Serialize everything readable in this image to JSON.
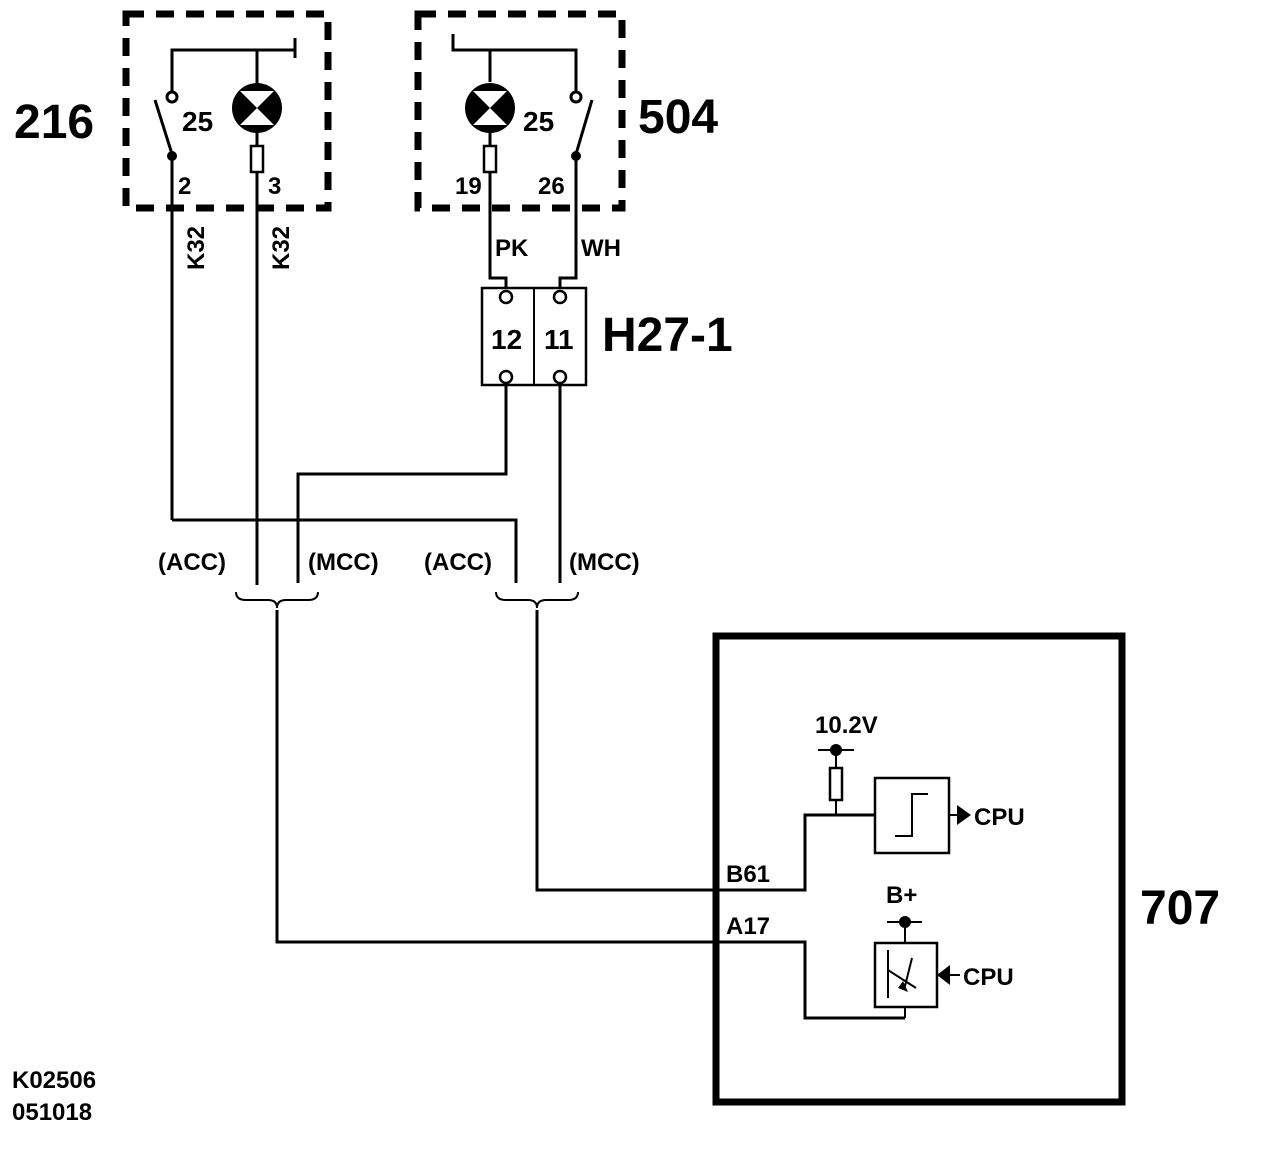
{
  "components": {
    "left_switch_label": "216",
    "right_switch_label": "504",
    "connector_label": "H27-1",
    "module_label": "707"
  },
  "pins": {
    "left_lamp_num": "25",
    "left_pin_a": "2",
    "left_pin_b": "3",
    "right_lamp_num": "25",
    "right_pin_a": "19",
    "right_pin_b": "26",
    "conn_pin_a": "12",
    "conn_pin_b": "11",
    "module_pin_upper": "B61",
    "module_pin_lower": "A17"
  },
  "wires": {
    "left_wire_a": "K32",
    "left_wire_b": "K32",
    "right_wire_a": "PK",
    "right_wire_b": "WH"
  },
  "options": {
    "acc_1": "(ACC)",
    "mcc_1": "(MCC)",
    "acc_2": "(ACC)",
    "mcc_2": "(MCC)"
  },
  "module": {
    "supply_voltage": "10.2V",
    "battery": "B+",
    "cpu_upper": "CPU",
    "cpu_lower": "CPU"
  },
  "footer": {
    "doc_id": "K02506",
    "doc_date": "051018"
  }
}
